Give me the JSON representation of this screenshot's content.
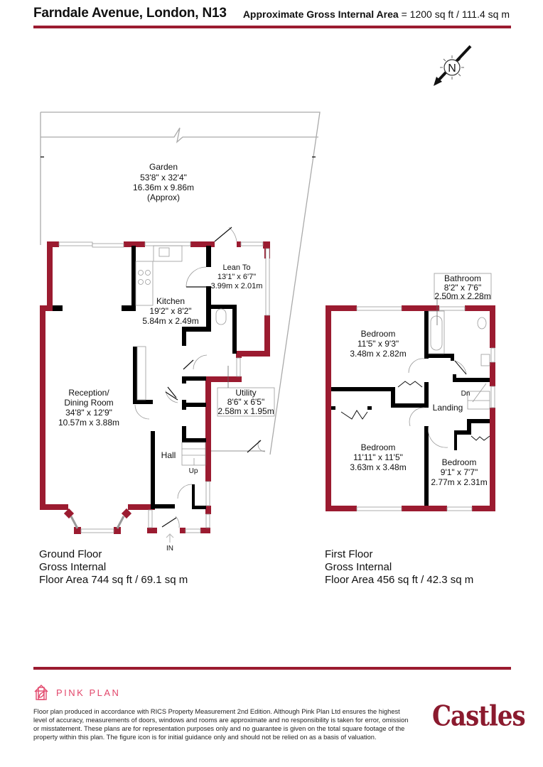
{
  "header": {
    "address": "Farndale Avenue, London, N13",
    "area_label": "Approximate Gross Internal Area",
    "area_value": " = 1200 sq ft / 111.4 sq m"
  },
  "colors": {
    "brand_red": "#9b1b30",
    "wall_black": "#000000",
    "pink_plan": "#e2476b"
  },
  "compass": {
    "label": "N",
    "icon": "north-arrow-icon"
  },
  "ground_floor": {
    "garden": {
      "name": "Garden",
      "imperial": "53'8\" x 32'4\"",
      "metric": "16.36m x 9.86m",
      "note": "(Approx)"
    },
    "lean_to": {
      "name": "Lean To",
      "imperial": "13'1\" x 6'7\"",
      "metric": "3.99m x 2.01m"
    },
    "kitchen": {
      "name": "Kitchen",
      "imperial": "19'2\" x 8'2\"",
      "metric": "5.84m x 2.49m"
    },
    "reception": {
      "name_line1": "Reception/",
      "name_line2": "Dining Room",
      "imperial": "34'8\" x 12'9\"",
      "metric": "10.57m x 3.88m"
    },
    "utility": {
      "name": "Utility",
      "imperial": "8'6\" x 6'5\"",
      "metric": "2.58m x 1.95m"
    },
    "hall": {
      "name": "Hall"
    },
    "stairs_label": "Up",
    "entrance_label": "IN",
    "caption": {
      "line1": "Ground Floor",
      "line2": "Gross Internal",
      "line3": "Floor Area 744 sq ft / 69.1 sq m"
    }
  },
  "first_floor": {
    "bathroom": {
      "name": "Bathroom",
      "imperial": "8'2\" x 7'6\"",
      "metric": "2.50m x 2.28m"
    },
    "bedroom1": {
      "name": "Bedroom",
      "imperial": "11'5\" x 9'3\"",
      "metric": "3.48m x 2.82m"
    },
    "bedroom2": {
      "name": "Bedroom",
      "imperial": "11'11\" x 11'5\"",
      "metric": "3.63m x 3.48m"
    },
    "bedroom3": {
      "name": "Bedroom",
      "imperial": "9'1\" x 7'7\"",
      "metric": "2.77m x 2.31m"
    },
    "landing": {
      "name": "Landing"
    },
    "stairs_label": "Dn",
    "caption": {
      "line1": "First Floor",
      "line2": "Gross Internal",
      "line3": "Floor Area 456 sq ft / 42.3 sq m"
    }
  },
  "footer": {
    "brand": "PINK PLAN",
    "disclaimer": "Floor plan produced in accordance with RICS Property Measurement 2nd Edition. Although Pink Plan Ltd ensures the highest level of accuracy, measurements of doors, windows and rooms are approximate and no responsibility is taken for error, omission or misstatement. These plans are for representation purposes only and no guarantee is given on the total square footage of the property within this plan. The figure icon is for initial guidance only and should not be relied on as a basis of valuation.",
    "agent_logo": "Castles"
  }
}
